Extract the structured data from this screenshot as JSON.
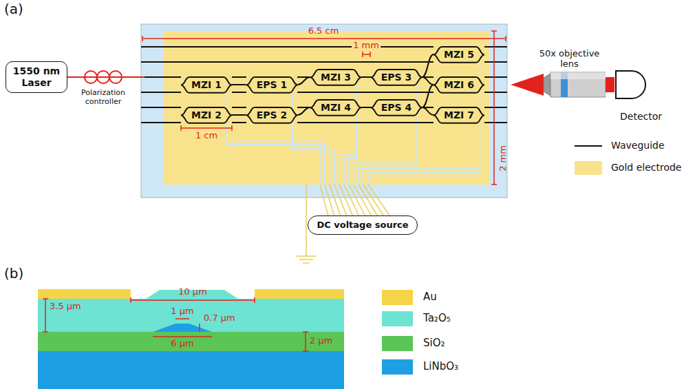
{
  "diagram": {
    "nodes": [
      {
        "text": [
          "1550 nm Laser"
        ]
      },
      {
        "text": [
          "Polarization controller"
        ]
      },
      {
        "text": [
          "MZI 1"
        ]
      },
      {
        "text": [
          "MZI 2"
        ]
      },
      {
        "text": [
          "EPS 1"
        ]
      },
      {
        "text": [
          "EPS 2"
        ]
      },
      {
        "text": [
          "MZI 3"
        ]
      },
      {
        "text": [
          "MZI 4"
        ]
      },
      {
        "text": [
          "EPS 3"
        ]
      },
      {
        "text": [
          "EPS 4"
        ]
      },
      {
        "text": [
          "MZI 5"
        ]
      },
      {
        "text": [
          "MZI 6"
        ]
      },
      {
        "text": [
          "MZI 7"
        ]
      },
      {
        "text": [
          "50x objective lens"
        ]
      },
      {
        "text": [
          "Detector"
        ]
      },
      {
        "text": [
          "DC voltage source"
        ]
      }
    ],
    "edges": [
      {
        "from": 0,
        "to": 1,
        "arrow": "none"
      },
      {
        "from": 2,
        "to": 4,
        "arrow": "none"
      },
      {
        "from": 3,
        "to": 5,
        "arrow": "none"
      },
      {
        "from": 4,
        "to": 6,
        "arrow": "none"
      },
      {
        "from": 5,
        "to": 7,
        "arrow": "none"
      },
      {
        "from": 6,
        "to": 8,
        "arrow": "none"
      },
      {
        "from": 7,
        "to": 9,
        "arrow": "none"
      },
      {
        "from": 8,
        "to": 10,
        "arrow": "none"
      },
      {
        "from": 8,
        "to": 11,
        "arrow": "none"
      },
      {
        "from": 9,
        "to": 11,
        "arrow": "none"
      },
      {
        "from": 9,
        "to": 12,
        "arrow": "none"
      },
      {
        "from": 13,
        "to": 14,
        "arrow": "none"
      }
    ],
    "labels": [
      "(a)",
      "6.5 cm",
      "1 mm",
      "1 cm",
      "2 mm",
      "(b)",
      "10 µm",
      "3.5 µm",
      "1 µm",
      "0.7 µm",
      "6 µm",
      "2 µm"
    ],
    "legend": [
      {
        "text": "Waveguide"
      },
      {
        "text": "Gold electrode",
        "color": "#f8e38c"
      },
      {
        "text": "Au",
        "color": "#f5d547"
      },
      {
        "text": "Ta₂O₅",
        "color": "#6de3d4"
      },
      {
        "text": "SiO₂",
        "color": "#5bc557"
      },
      {
        "text": "LiNbO₃",
        "color": "#1e9fe3"
      }
    ]
  }
}
